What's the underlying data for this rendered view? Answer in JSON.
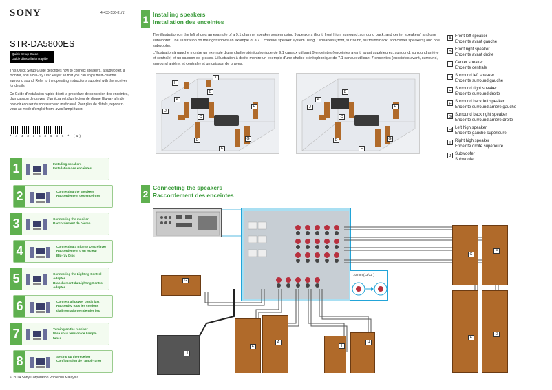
{
  "brand": "SONY",
  "part_number": "4-433-536-81(1)",
  "model": "STR-DA5800ES",
  "quick_setup": [
    "Quick Setup Guide",
    "Guide d'installation rapide"
  ],
  "intro": [
    "This Quick Setup Guide describes how to connect speakers, a subwoofer, a monitor, and a Blu-ray Disc Player so that you can enjoy multi-channel surround sound. Refer to the operating instructions supplied with the receiver for details.",
    "Ce Guide d'installation rapide décrit la procédure de connexion des enceintes, d'un caisson de graves, d'un écran et d'un lecteur de disque Blu-ray afin de pouvoir écouter du son surround multicanal. Pour plus de détails, reportez-vous au mode d'emploi fourni avec l'ampli-tuner."
  ],
  "barcode_text": "* 4 4 3 3 5 3 6 8 1 *   (1)",
  "steps": [
    {
      "num": "1",
      "label": "Installing speakers\nInstallation des enceintes",
      "icon": "speakers-icon"
    },
    {
      "num": "2",
      "label": "Connecting the speakers\nRaccordement des enceintes",
      "icon": "speaker-connect-icon"
    },
    {
      "num": "3",
      "label": "Connecting the monitor\nRaccordement de l'écran",
      "icon": "monitor-icon"
    },
    {
      "num": "4",
      "label": "Connecting a Blu-ray Disc Player\nRaccordement d'un lecteur\nBlu-ray Disc",
      "icon": "bluray-player-icon"
    },
    {
      "num": "5",
      "label": "Connecting the Lighting Control\nAdapter\nBranchement du Lighting Control\nAdapter",
      "icon": "lighting-adapter-icon"
    },
    {
      "num": "6",
      "label": "Connect all power cords last\nRaccordez tous les cordons\nd'alimentation en dernier lieu",
      "icon": "power-cord-icon"
    },
    {
      "num": "7",
      "label": "Turning on the receiver\nMise sous tension de l'ampli-\ntuner",
      "icon": "power-on-icon"
    },
    {
      "num": "8",
      "label": "Setting up the receiver\nConfiguration de l'ampli-tuner",
      "icon": "toolbox-icon"
    }
  ],
  "copyright": "© 2014  Sony Corporation  Printed in Malaysia",
  "section1": {
    "num": "1",
    "title_en": "Installing speakers",
    "title_fr": "Installation des enceintes",
    "para_en": "The illustration on the left shows an example of a 9.1 channel speaker system using 9 speakers (front, front high, surround, surround back, and center speakers) and one subwoofer. The illustration on the right shows an example of a 7.1 channel speaker system using 7 speakers (front, surround, surround back, and center speakers) and one subwoofer.",
    "para_fr": "L'illustration à gauche montre un exemple d'une chaîne stéréophonique de 9.1 canaux utilisant 9 enceintes (enceintes avant, avant supérieures, surround, surround arrière et centrale) et un caisson de graves. L'illustration à droite montre un exemple d'une chaîne stéréophonique de 7.1 canaux utilisant 7 enceintes (enceintes avant, surround, surround arrière, et centrale) et un caisson de graves."
  },
  "section2": {
    "num": "2",
    "title_en": "Connecting the speakers",
    "title_fr": "Raccordement des enceintes",
    "wire_note": "10 mm (13/32\")"
  },
  "legend": [
    {
      "key": "A",
      "en": "Front left speaker",
      "fr": "Enceinte avant gauche"
    },
    {
      "key": "B",
      "en": "Front right speaker",
      "fr": "Enceinte avant droite"
    },
    {
      "key": "C",
      "en": "Center speaker",
      "fr": "Enceinte centrale"
    },
    {
      "key": "D",
      "en": "Surround left speaker",
      "fr": "Enceinte surround gauche"
    },
    {
      "key": "E",
      "en": "Surround right speaker",
      "fr": "Enceinte surround droite"
    },
    {
      "key": "F",
      "en": "Surround back left speaker",
      "fr": "Enceinte surround arrière gauche"
    },
    {
      "key": "G",
      "en": "Surround back right speaker",
      "fr": "Enceinte surround arrière droite"
    },
    {
      "key": "H",
      "en": "Left high speaker",
      "fr": "Enceinte gauche supérieure"
    },
    {
      "key": "I",
      "en": "Right high speaker",
      "fr": "Enceinte droite supérieure"
    },
    {
      "key": "J",
      "en": "Subwoofer",
      "fr": "Subwoofer"
    }
  ],
  "room_left_labels": [
    "H",
    "I",
    "A",
    "B",
    "J",
    "C",
    "E",
    "D",
    "F",
    "G"
  ],
  "room_right_labels": [
    "A",
    "B",
    "J",
    "C",
    "E",
    "D",
    "F",
    "G"
  ],
  "connection_labels": [
    "C",
    "F",
    "G",
    "E",
    "D",
    "E",
    "A",
    "I",
    "H",
    "J"
  ],
  "colors": {
    "accent_green": "#5fb04f",
    "terminal_blue": "#22a4d8",
    "speaker_wood": "#b06a2a"
  }
}
